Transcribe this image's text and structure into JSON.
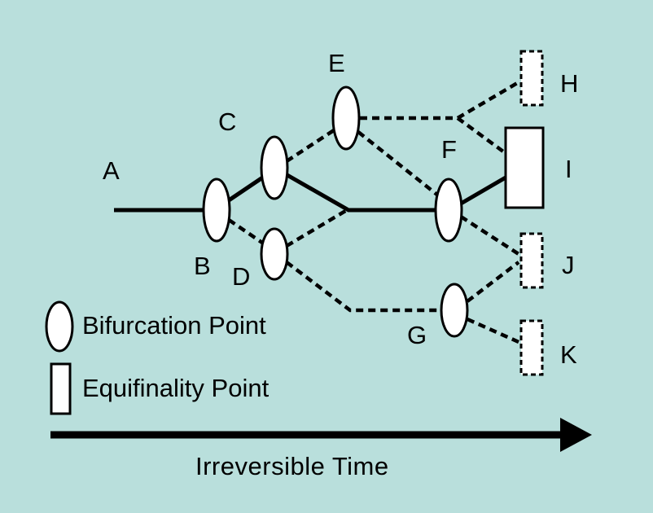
{
  "diagram": {
    "node_labels": {
      "a": "A",
      "b": "B",
      "c": "C",
      "d": "D",
      "e": "E",
      "f": "F",
      "g": "G",
      "h": "H",
      "i": "I",
      "j": "J",
      "k": "K"
    },
    "legend": {
      "bifurcation": "Bifurcation Point",
      "equifinality": "Equifinality Point"
    },
    "time_caption": "Irreversible Time",
    "colors": {
      "background": "#b9dfdc",
      "stroke": "#000000",
      "fill": "#ffffff"
    }
  }
}
